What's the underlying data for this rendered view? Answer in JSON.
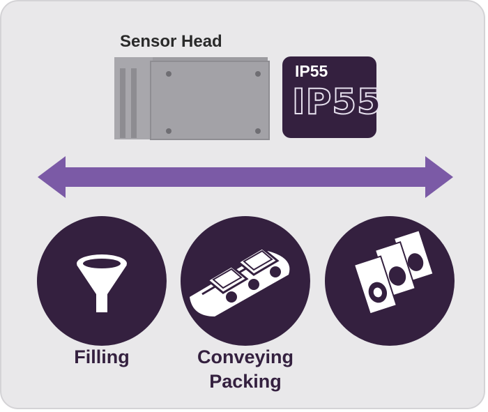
{
  "sensor": {
    "title": "Sensor Head"
  },
  "rating": {
    "small": "IP55",
    "large": "IP55"
  },
  "applications": [
    {
      "label": "Filling",
      "icon": "funnel-icon"
    },
    {
      "label": "Conveying",
      "icon": "conveyor-icon"
    },
    {
      "label": "Packing",
      "icon": "packages-icon"
    }
  ],
  "colors": {
    "accent": "#7b5aa6",
    "dark": "#34203f",
    "panel": "#e9e8ea"
  }
}
